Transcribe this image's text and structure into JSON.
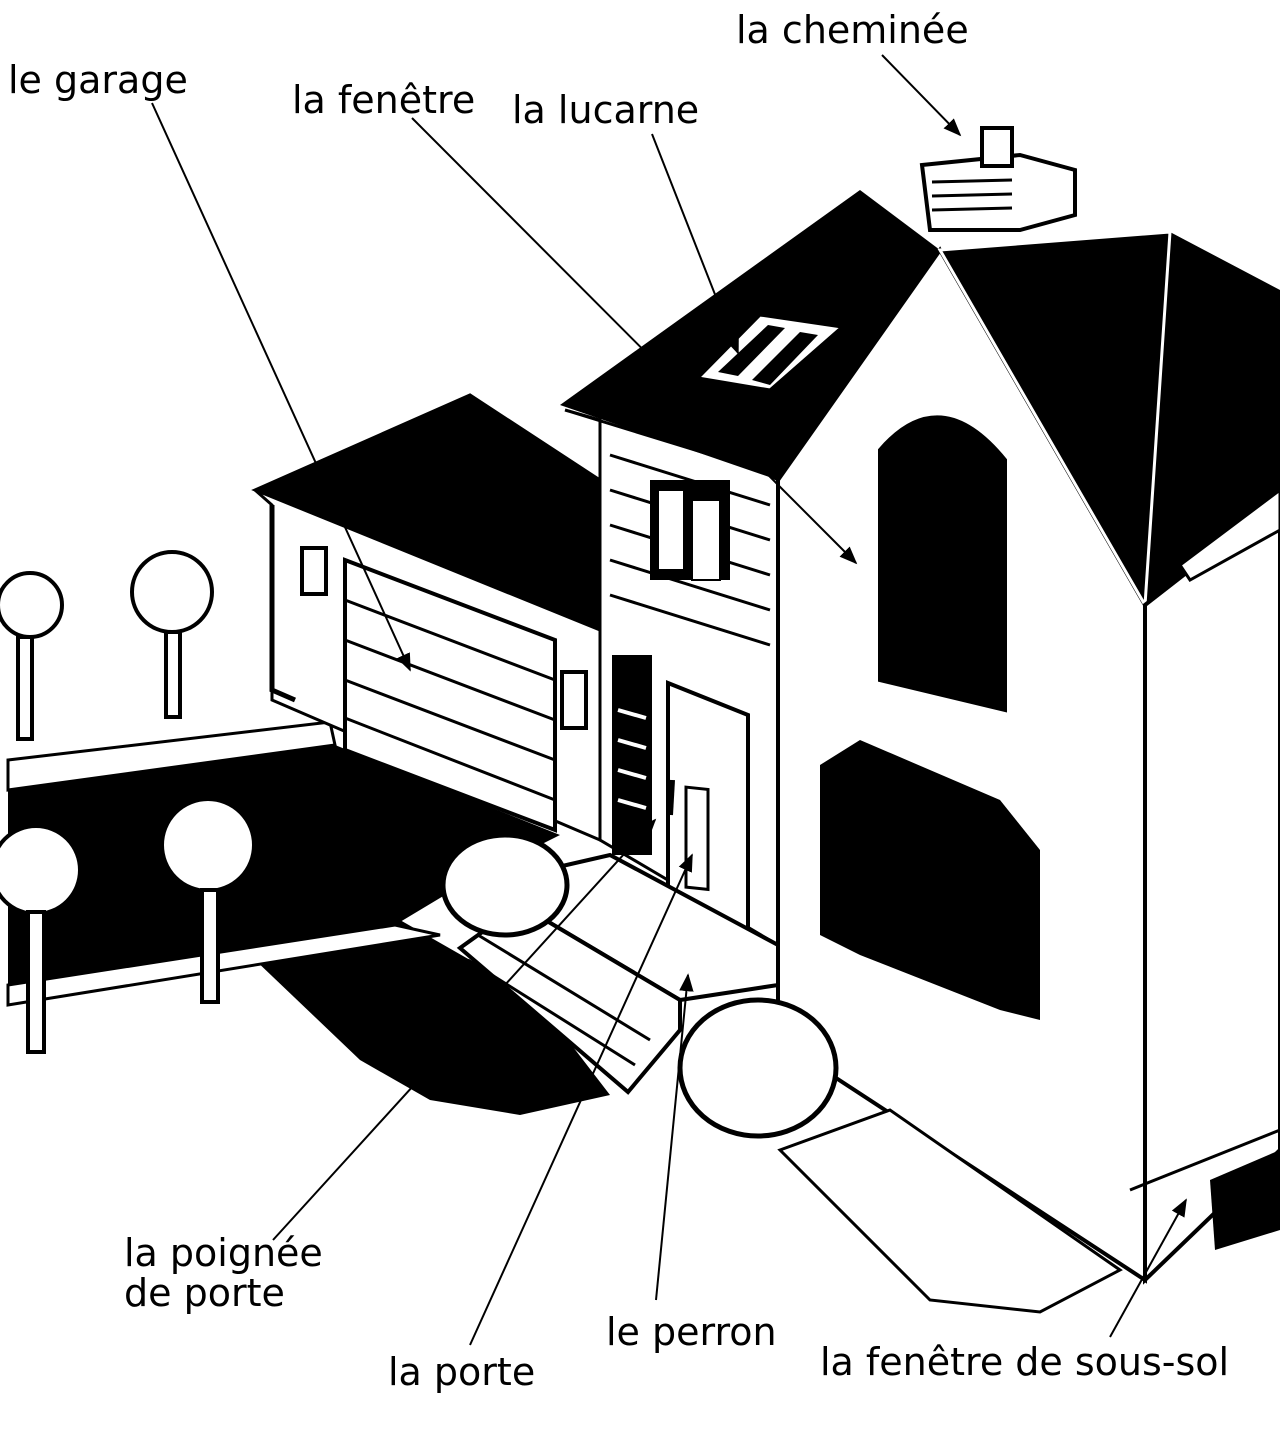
{
  "labels": {
    "cheminee": "la cheminée",
    "garage": "le garage",
    "fenetre": "la fenêtre",
    "lucarne": "la lucarne",
    "poignee_line1": "la poignée",
    "poignee_line2": "de porte",
    "perron": "le perron",
    "fenetre_sous_sol": "la fenêtre de sous-sol",
    "porte": "la porte"
  },
  "colors": {
    "ink": "#000000",
    "paper": "#ffffff"
  }
}
